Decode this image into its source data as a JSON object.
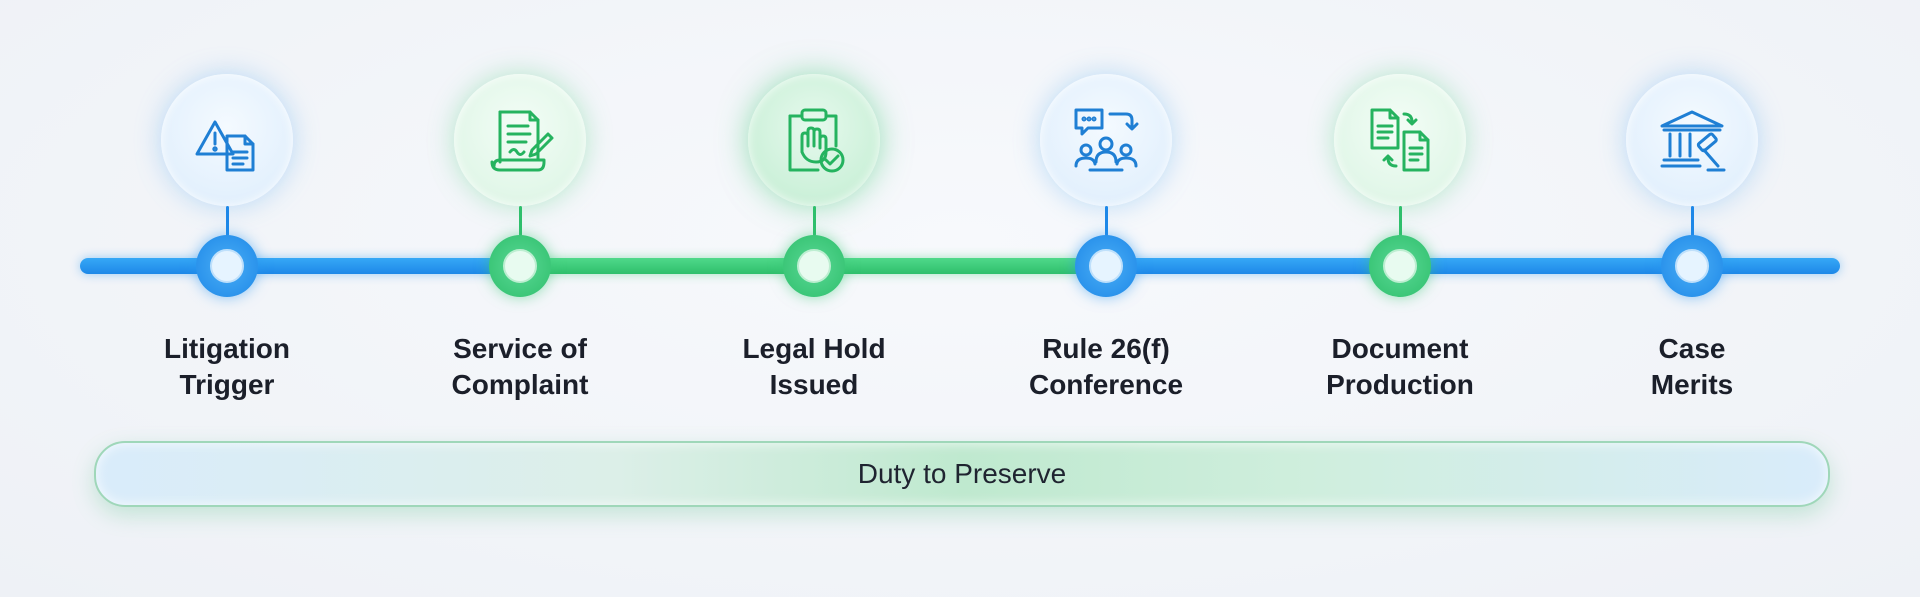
{
  "timeline": {
    "milestones": [
      {
        "line1": "Litigation",
        "line2": "Trigger",
        "icon": "warning-document-icon",
        "theme": "blue"
      },
      {
        "line1": "Service of",
        "line2": "Complaint",
        "icon": "complaint-scroll-icon",
        "theme": "green"
      },
      {
        "line1": "Legal Hold",
        "line2": "Issued",
        "icon": "hold-clipboard-icon",
        "theme": "green-strong"
      },
      {
        "line1": "Rule 26(f)",
        "line2": "Conference",
        "icon": "conference-meeting-icon",
        "theme": "blue"
      },
      {
        "line1": "Document",
        "line2": "Production",
        "icon": "document-exchange-icon",
        "theme": "green"
      },
      {
        "line1": "Case",
        "line2": "Merits",
        "icon": "courthouse-gavel-icon",
        "theme": "blue"
      }
    ]
  },
  "duty_bar": {
    "label": "Duty to Preserve"
  },
  "colors": {
    "blue": "#1e88e8",
    "green": "#2fbf6c",
    "icon_blue": "#1f7fd4",
    "icon_green": "#25b35f"
  }
}
